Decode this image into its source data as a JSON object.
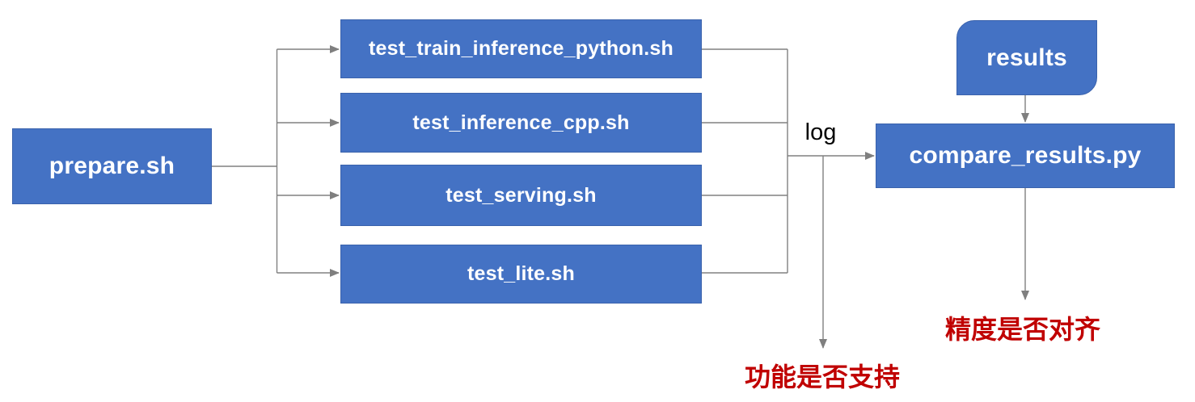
{
  "diagram": {
    "nodes": {
      "prepare": {
        "label": "prepare.sh"
      },
      "tests": [
        {
          "label": "test_train_inference_python.sh"
        },
        {
          "label": "test_inference_cpp.sh"
        },
        {
          "label": "test_serving.sh"
        },
        {
          "label": "test_lite.sh"
        }
      ],
      "results": {
        "label": "results"
      },
      "compare": {
        "label": "compare_results.py"
      }
    },
    "edge_labels": {
      "log": "log"
    },
    "annotations": {
      "function_support": "功能是否支持",
      "precision_aligned": "精度是否对齐"
    },
    "colors": {
      "node_fill": "#4472C4",
      "node_border": "#3A62AC",
      "node_text": "#FFFFFF",
      "connector": "#808080",
      "edge_label_text": "#000000",
      "annotation_text": "#C00000",
      "background": "#FFFFFF"
    }
  }
}
